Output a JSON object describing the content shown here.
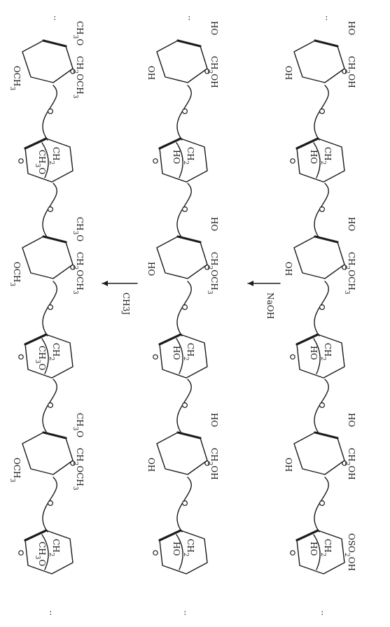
{
  "figure": {
    "columns": [
      {
        "id": "left",
        "groups": [
          {
            "key": "u1_top",
            "text": "CH3O"
          },
          {
            "key": "u1_side",
            "text": "CH2OCH3"
          },
          {
            "key": "u1_bottom",
            "text": "OCH3"
          },
          {
            "key": "u2_a",
            "text": "CH2"
          },
          {
            "key": "u2_b",
            "text": "CH3O"
          },
          {
            "key": "u3_top",
            "text": "CH3O"
          },
          {
            "key": "u3_side",
            "text": "CH2OCH3"
          },
          {
            "key": "u3_bottom",
            "text": "OCH3"
          },
          {
            "key": "u4_a",
            "text": "CH2"
          },
          {
            "key": "u4_b",
            "text": "CH3O"
          },
          {
            "key": "u5_top",
            "text": "CH3O"
          },
          {
            "key": "u5_side",
            "text": "CH2OCH3"
          },
          {
            "key": "u5_bottom",
            "text": "OCH3"
          },
          {
            "key": "u6_a",
            "text": "CH2"
          },
          {
            "key": "u6_b",
            "text": "CH3O"
          }
        ]
      },
      {
        "id": "middle",
        "groups": [
          {
            "key": "u1_top",
            "text": "HO"
          },
          {
            "key": "u1_side",
            "text": "CH2OH"
          },
          {
            "key": "u1_bottom",
            "text": "OH"
          },
          {
            "key": "u2_a",
            "text": "CH2"
          },
          {
            "key": "u2_b",
            "text": "HO"
          },
          {
            "key": "u3_top",
            "text": "HO"
          },
          {
            "key": "u3_side",
            "text": "CH2OCH3"
          },
          {
            "key": "u3_bottom",
            "text": "HO"
          },
          {
            "key": "u4_a",
            "text": "CH2"
          },
          {
            "key": "u4_b",
            "text": "HO"
          },
          {
            "key": "u5_top",
            "text": "HO"
          },
          {
            "key": "u5_side",
            "text": "CH2OH"
          },
          {
            "key": "u5_bottom",
            "text": "OH"
          },
          {
            "key": "u6_a",
            "text": "CH2"
          },
          {
            "key": "u6_b",
            "text": "HO"
          }
        ]
      },
      {
        "id": "right",
        "groups": [
          {
            "key": "u1_top",
            "text": "HO"
          },
          {
            "key": "u1_side",
            "text": "CH2OH"
          },
          {
            "key": "u1_bottom",
            "text": "OH"
          },
          {
            "key": "u2_a",
            "text": "CH2"
          },
          {
            "key": "u2_b",
            "text": "HO"
          },
          {
            "key": "u3_top",
            "text": "HO"
          },
          {
            "key": "u3_side",
            "text": "CH2OCH3"
          },
          {
            "key": "u3_bottom",
            "text": "OH"
          },
          {
            "key": "u4_a",
            "text": "CH2"
          },
          {
            "key": "u4_b",
            "text": "HO"
          },
          {
            "key": "u5_top",
            "text": "HO"
          },
          {
            "key": "u5_side",
            "text": "CH2OH"
          },
          {
            "key": "u5_bottom",
            "text": "OH"
          },
          {
            "key": "u6_a",
            "text": "CH2"
          },
          {
            "key": "u6_b",
            "text": "HO"
          },
          {
            "key": "u6_ester",
            "text": "OSO2OH"
          }
        ]
      }
    ],
    "reagents": {
      "naoh": "NaOH",
      "ch3i": "CH3J"
    }
  }
}
